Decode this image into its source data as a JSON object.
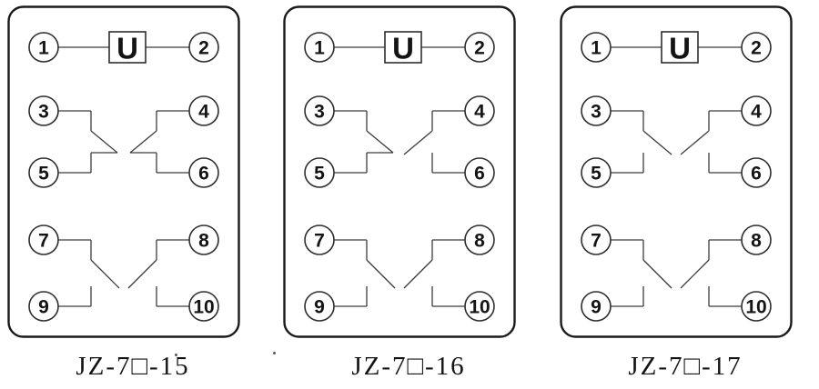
{
  "colors": {
    "background": "#ffffff",
    "frame": "#1a1a1a",
    "circle": "#2e2e2e",
    "lead": "#3c3c3c",
    "text": "#141414"
  },
  "diagrams": [
    {
      "label": "JZ-7□-15",
      "coil": {
        "symbol": "U",
        "left_pin": "1",
        "right_pin": "2"
      },
      "contacts": [
        {
          "side": "left",
          "row": "upper",
          "top_pin": "3",
          "bottom_pin": "5",
          "type": "closed"
        },
        {
          "side": "right",
          "row": "upper",
          "top_pin": "4",
          "bottom_pin": "6",
          "type": "closed"
        },
        {
          "side": "left",
          "row": "lower",
          "top_pin": "7",
          "bottom_pin": "9",
          "type": "open"
        },
        {
          "side": "right",
          "row": "lower",
          "top_pin": "8",
          "bottom_pin": "10",
          "type": "open"
        }
      ]
    },
    {
      "label": "JZ-7□-16",
      "coil": {
        "symbol": "U",
        "left_pin": "1",
        "right_pin": "2"
      },
      "contacts": [
        {
          "side": "left",
          "row": "upper",
          "top_pin": "3",
          "bottom_pin": "5",
          "type": "closed"
        },
        {
          "side": "right",
          "row": "upper",
          "top_pin": "4",
          "bottom_pin": "6",
          "type": "open"
        },
        {
          "side": "left",
          "row": "lower",
          "top_pin": "7",
          "bottom_pin": "9",
          "type": "open"
        },
        {
          "side": "right",
          "row": "lower",
          "top_pin": "8",
          "bottom_pin": "10",
          "type": "open"
        }
      ]
    },
    {
      "label": "JZ-7□-17",
      "coil": {
        "symbol": "U",
        "left_pin": "1",
        "right_pin": "2"
      },
      "contacts": [
        {
          "side": "left",
          "row": "upper",
          "top_pin": "3",
          "bottom_pin": "5",
          "type": "open"
        },
        {
          "side": "right",
          "row": "upper",
          "top_pin": "4",
          "bottom_pin": "6",
          "type": "open"
        },
        {
          "side": "left",
          "row": "lower",
          "top_pin": "7",
          "bottom_pin": "9",
          "type": "open"
        },
        {
          "side": "right",
          "row": "lower",
          "top_pin": "8",
          "bottom_pin": "10",
          "type": "open"
        }
      ]
    }
  ]
}
